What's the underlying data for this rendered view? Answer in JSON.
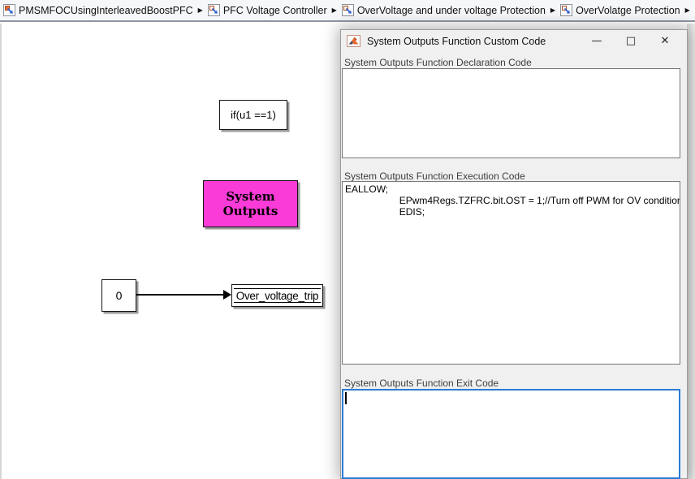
{
  "breadcrumb": {
    "items": [
      {
        "label": "PMSMFOCUsingInterleavedBoostPFC"
      },
      {
        "label": "PFC Voltage Controller"
      },
      {
        "label": "OverVoltage and under voltage Protection"
      },
      {
        "label": "OverVolatge Protection"
      }
    ],
    "separator": "▶"
  },
  "canvas": {
    "if_block": {
      "label": "if(u1 ==1)"
    },
    "system_outputs_block": {
      "line1": "System",
      "line2": "Outputs",
      "fill": "#fa3bd7"
    },
    "constant_block": {
      "value": "0"
    },
    "data_store_write_block": {
      "label": "Over_voltage_trip"
    }
  },
  "dialog": {
    "title": "System Outputs Function Custom Code",
    "window_controls": {
      "minimize": "—",
      "maximize": "□",
      "close": "✕"
    },
    "sections": [
      {
        "label": "System Outputs Function Declaration Code",
        "code": ""
      },
      {
        "label": "System Outputs Function Execution Code",
        "code": "EALLOW;\n\t\tEPwm4Regs.TZFRC.bit.OST = 1;//Turn off PWM for OV condition\n\t\tEDIS;"
      },
      {
        "label": "System Outputs Function Exit Code",
        "code": ""
      }
    ],
    "focus_border_color": "#2b7cd3"
  }
}
